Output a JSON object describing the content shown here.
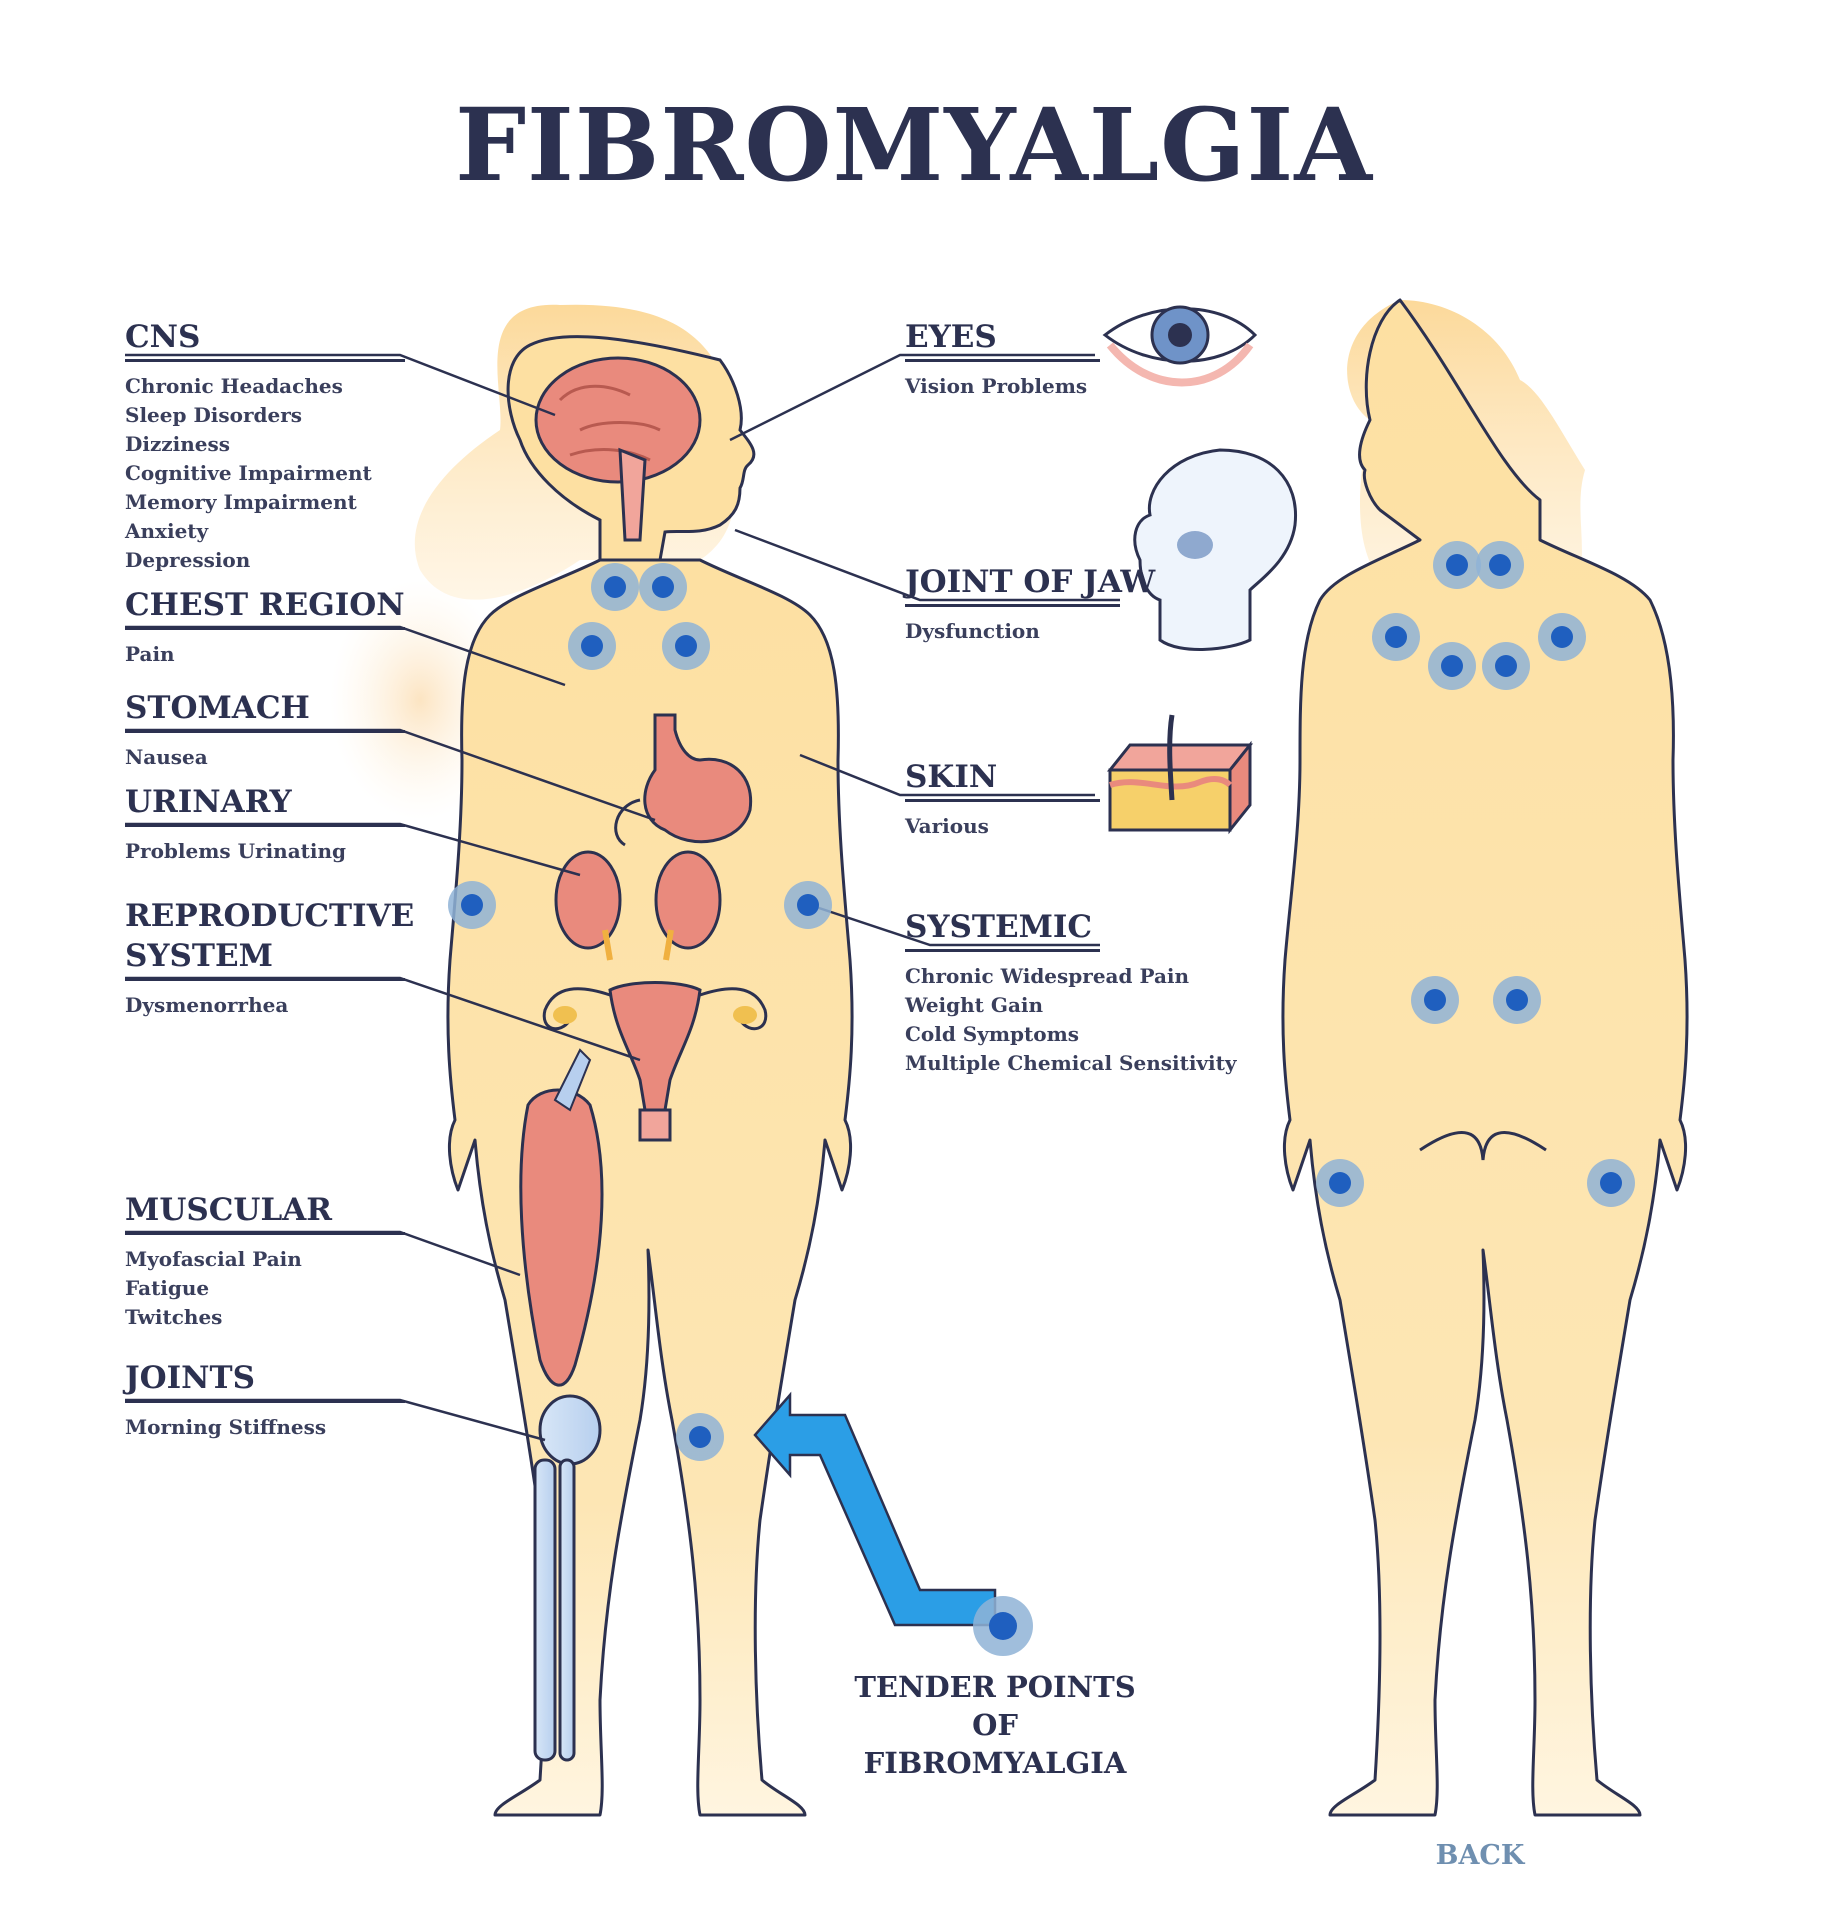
{
  "title": "FIBROMYALGIA",
  "colors": {
    "skin": "#fde2a6",
    "hair": "#fbdca0",
    "outline": "#2c3150",
    "organ": "#e8837a",
    "point_core": "#1f5fbf",
    "point_ring": "#8fb3d6",
    "arrow": "#2b9ee6"
  },
  "left_labels": [
    {
      "heading": "CNS",
      "items": [
        "Chronic Headaches",
        "Sleep Disorders",
        "Dizziness",
        "Cognitive Impairment",
        "Memory Impairment",
        "Anxiety",
        "Depression"
      ]
    },
    {
      "heading": "CHEST REGION",
      "items": [
        "Pain"
      ]
    },
    {
      "heading": "STOMACH",
      "items": [
        "Nausea"
      ]
    },
    {
      "heading": "URINARY",
      "items": [
        "Problems Urinating"
      ]
    },
    {
      "heading": "REPRODUCTIVE",
      "heading2": "SYSTEM",
      "items": [
        "Dysmenorrhea"
      ]
    },
    {
      "heading": "MUSCULAR",
      "items": [
        "Myofascial Pain",
        "Fatigue",
        "Twitches"
      ]
    },
    {
      "heading": "JOINTS",
      "items": [
        "Morning Stiffness"
      ]
    }
  ],
  "right_labels": [
    {
      "heading": "EYES",
      "items": [
        "Vision Problems"
      ],
      "icon": "eye-icon"
    },
    {
      "heading": "JOINT OF JAW",
      "items": [
        "Dysfunction"
      ],
      "icon": "skull-icon"
    },
    {
      "heading": "SKIN",
      "items": [
        "Various"
      ],
      "icon": "skin-layer-icon"
    },
    {
      "heading": "SYSTEMIC",
      "items": [
        "Chronic Widespread Pain",
        "Weight Gain",
        "Cold Symptoms",
        "Multiple Chemical Sensitivity"
      ]
    }
  ],
  "callout": {
    "line1": "TENDER POINTS OF",
    "line2": "FIBROMYALGIA"
  },
  "back_label": "BACK"
}
